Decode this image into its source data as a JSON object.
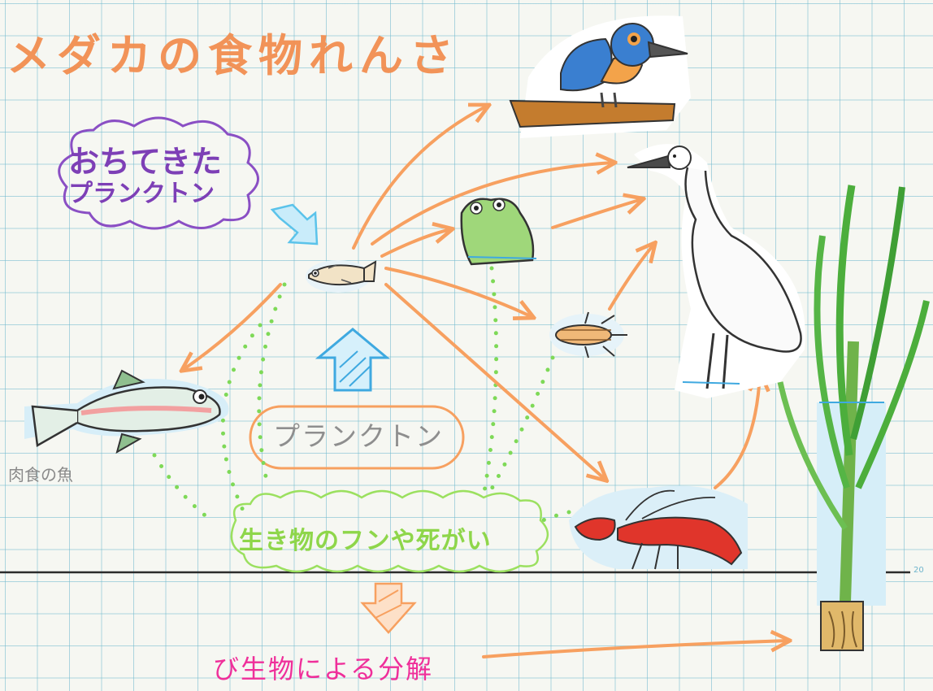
{
  "title": "メダカの食物れんさ",
  "labels": {
    "dead_plankton_line1": "おちてきた",
    "dead_plankton_line2": "プランクトン",
    "plankton": "プランクトン",
    "carnivorous_fish": "肉食の魚",
    "waste_and_remains": "生き物のフンや死がい",
    "microbe_decomposition": "び生物による分解",
    "page_number": "20"
  },
  "organisms": [
    "medaka",
    "kingfisher",
    "egret",
    "frog",
    "water-bug-larva",
    "crayfish",
    "trout",
    "rice-plant"
  ],
  "colors": {
    "title": "#f28b4c",
    "predation_arrow": "#f7a060",
    "plankton_arrow": "#5bc3ea",
    "dead_plankton_bubble": "#8a4fc4",
    "waste_dots": "#7ed957",
    "decomposition": "#ef2f9a",
    "grid": "#6eb9cd"
  }
}
